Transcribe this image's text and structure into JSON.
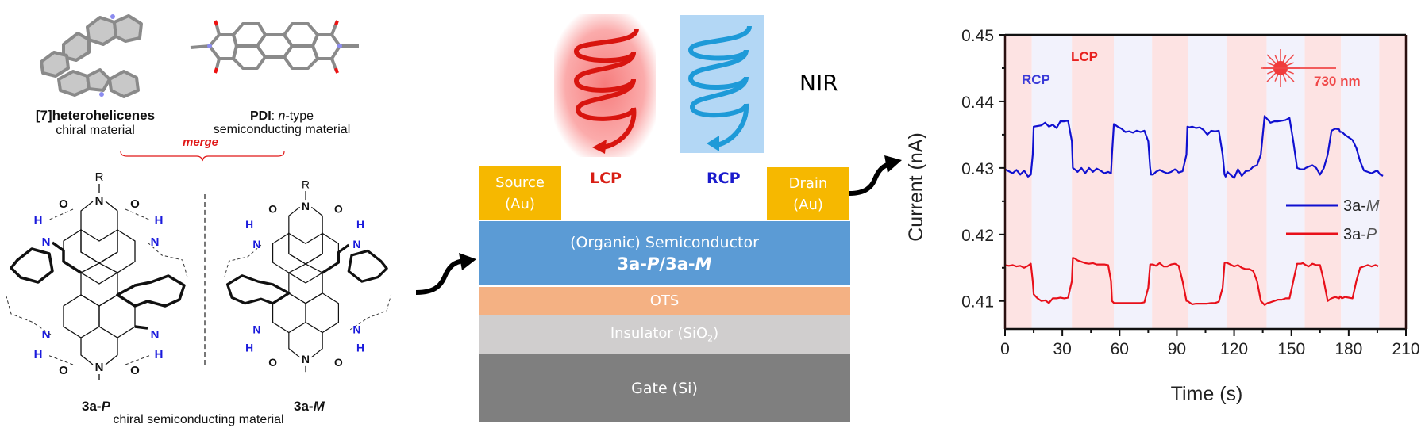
{
  "left_panel": {
    "helicene": {
      "title": "[7]heterohelicenes",
      "subtitle": "chiral material"
    },
    "pdi": {
      "title_bold": "PDI",
      "title_rest_italic": "n",
      "title_rest": "-type",
      "subtitle": "semiconducting material"
    },
    "merge_label": "merge",
    "molecules": [
      {
        "prefix": "3a-",
        "suffix": "P"
      },
      {
        "prefix": "3a-",
        "suffix": "M"
      }
    ],
    "caption": "chiral semiconducting material",
    "atoms": {
      "R": "R",
      "N": "N",
      "O": "O",
      "H": "H"
    }
  },
  "device": {
    "light_label": "NIR",
    "lcp_label": "LCP",
    "rcp_label": "RCP",
    "source": {
      "line1": "Source",
      "line2": "(Au)"
    },
    "drain": {
      "line1": "Drain",
      "line2": "(Au)"
    },
    "semiconductor": {
      "line1": "(Organic) Semiconductor",
      "line2_a": "3a-",
      "line2_b": "P",
      "line2_c": "/3a-",
      "line2_d": "M"
    },
    "ots": "OTS",
    "insulator": {
      "text": "Insulator (SiO",
      "sub": "2",
      "close": ")"
    },
    "gate": "Gate (Si)",
    "colors": {
      "electrode": "#f6b800",
      "semiconductor": "#5b9bd5",
      "ots": "#f4b183",
      "insulator": "#d0cece",
      "gate": "#7f7f7f",
      "lcp": "#e8281e",
      "rcp": "#1a1adc"
    }
  },
  "chart_data": {
    "type": "line",
    "title": "",
    "xlabel": "Time (s)",
    "ylabel": "Current (nA)",
    "xlim": [
      0,
      210
    ],
    "ylim": [
      0.4058,
      0.45
    ],
    "xticks": [
      0,
      30,
      60,
      90,
      120,
      150,
      180,
      210
    ],
    "yticks": [
      0.41,
      0.42,
      0.43,
      0.44,
      0.45
    ],
    "xtick_labels": [
      "0",
      "30",
      "60",
      "90",
      "120",
      "150",
      "180",
      "210"
    ],
    "ytick_labels": [
      "0.41",
      "0.42",
      "0.43",
      "0.44",
      "0.45"
    ],
    "grid": false,
    "legend_position": "center-right",
    "annotations": {
      "rcp": "RCP",
      "lcp": "LCP",
      "laser": "730 nm"
    },
    "bands": [
      {
        "from": 0,
        "to": 14,
        "type": "LCP"
      },
      {
        "from": 14,
        "to": 35,
        "type": "RCP"
      },
      {
        "from": 35,
        "to": 57,
        "type": "LCP"
      },
      {
        "from": 57,
        "to": 77,
        "type": "RCP"
      },
      {
        "from": 77,
        "to": 96,
        "type": "LCP"
      },
      {
        "from": 96,
        "to": 116,
        "type": "RCP"
      },
      {
        "from": 116,
        "to": 137,
        "type": "LCP"
      },
      {
        "from": 137,
        "to": 157,
        "type": "RCP"
      },
      {
        "from": 157,
        "to": 176,
        "type": "LCP"
      },
      {
        "from": 176,
        "to": 196,
        "type": "RCP"
      },
      {
        "from": 196,
        "to": 210,
        "type": "LCP"
      }
    ],
    "band_colors": {
      "LCP": "#fde3e3",
      "RCP": "#f2f2fc"
    },
    "series": [
      {
        "name": "3a-M",
        "name_prefix": "3a-",
        "name_suffix": "M",
        "color": "#1010d0",
        "x": [
          0,
          2,
          4,
          6,
          8,
          10,
          12,
          13.5,
          14.5,
          15,
          17,
          19,
          21,
          23,
          25,
          27,
          29,
          31,
          33,
          35,
          35.5,
          36.5,
          38,
          40,
          42,
          44,
          46,
          48,
          50,
          52,
          54,
          55.5,
          56,
          57,
          57.5,
          59,
          61,
          63,
          65,
          67,
          69,
          71,
          73,
          75,
          76,
          76.5,
          77.5,
          79,
          81,
          83,
          85,
          87,
          89,
          91,
          93,
          95,
          95.5,
          96.5,
          98,
          100,
          102,
          104,
          106,
          108,
          110,
          112,
          114,
          115,
          115.5,
          116.5,
          118,
          120,
          122,
          124,
          126,
          128,
          130,
          132,
          134,
          136,
          136.5,
          137.5,
          139,
          141,
          143,
          145,
          147,
          149,
          151,
          153,
          155,
          156,
          156.5,
          157.5,
          159,
          161,
          163,
          165,
          167,
          169,
          171,
          173,
          175,
          175.5,
          176.5,
          178,
          180,
          182,
          184,
          186,
          188,
          190,
          192,
          194,
          195,
          195.5,
          196.5,
          198,
          200,
          202,
          204,
          206,
          208,
          210
        ],
        "y": [
          0.4298,
          0.4295,
          0.4292,
          0.4297,
          0.429,
          0.4296,
          0.4287,
          0.429,
          0.432,
          0.4362,
          0.4363,
          0.4364,
          0.4368,
          0.4362,
          0.4365,
          0.436,
          0.437,
          0.437,
          0.4371,
          0.434,
          0.43,
          0.4298,
          0.4294,
          0.43,
          0.4292,
          0.43,
          0.4294,
          0.4299,
          0.4296,
          0.4292,
          0.4294,
          0.4292,
          0.432,
          0.4366,
          0.4365,
          0.4362,
          0.4359,
          0.4354,
          0.4355,
          0.4353,
          0.4356,
          0.4354,
          0.4356,
          0.434,
          0.43,
          0.429,
          0.429,
          0.4294,
          0.4297,
          0.4294,
          0.4292,
          0.4294,
          0.4298,
          0.4293,
          0.4295,
          0.432,
          0.4362,
          0.4361,
          0.4362,
          0.436,
          0.4361,
          0.4357,
          0.435,
          0.4356,
          0.4355,
          0.4356,
          0.432,
          0.429,
          0.4287,
          0.4294,
          0.429,
          0.4285,
          0.4298,
          0.4288,
          0.4295,
          0.4296,
          0.4302,
          0.4304,
          0.432,
          0.4378,
          0.4376,
          0.4373,
          0.4368,
          0.437,
          0.437,
          0.4371,
          0.4372,
          0.4375,
          0.434,
          0.43,
          0.4298,
          0.4298,
          0.4298,
          0.43,
          0.4302,
          0.4304,
          0.43,
          0.429,
          0.43,
          0.432,
          0.4356,
          0.4359,
          0.4358,
          0.4354,
          0.4354,
          0.435,
          0.4346,
          0.4342,
          0.433,
          0.431,
          0.4296,
          0.4294,
          0.4292,
          0.4295,
          0.4296,
          0.4294,
          0.429,
          0.4288
        ]
      },
      {
        "name": "3a-P",
        "name_prefix": "3a-",
        "name_suffix": "P",
        "color": "#e8101a",
        "x": [
          0,
          2,
          4,
          6,
          8,
          10,
          12,
          13.5,
          14.5,
          15,
          17,
          19,
          21,
          23,
          25,
          27,
          29,
          31,
          33,
          35,
          35.5,
          36.5,
          38,
          40,
          42,
          44,
          46,
          48,
          50,
          52,
          54,
          55.5,
          56,
          57,
          57.5,
          59,
          61,
          63,
          65,
          67,
          69,
          71,
          73,
          75,
          76,
          76.5,
          77.5,
          79,
          81,
          83,
          85,
          87,
          89,
          91,
          93,
          95,
          95.5,
          96.5,
          98,
          100,
          102,
          104,
          106,
          108,
          110,
          112,
          114,
          115,
          115.5,
          116.5,
          118,
          120,
          122,
          124,
          126,
          128,
          130,
          132,
          134,
          136,
          136.5,
          137.5,
          139,
          141,
          143,
          145,
          147,
          149,
          151,
          153,
          155,
          156,
          156.5,
          157.5,
          159,
          161,
          163,
          165,
          167,
          169,
          171,
          173,
          175,
          175.5,
          176.5,
          178,
          180,
          182,
          184,
          186,
          188,
          190,
          192,
          194,
          195,
          195.5,
          196.5,
          198,
          200,
          202,
          204,
          206,
          208,
          210
        ],
        "y": [
          0.4154,
          0.4153,
          0.4154,
          0.4152,
          0.4153,
          0.415,
          0.4153,
          0.4156,
          0.413,
          0.411,
          0.4104,
          0.41,
          0.4101,
          0.4097,
          0.4104,
          0.4104,
          0.4105,
          0.4104,
          0.4105,
          0.413,
          0.4165,
          0.4164,
          0.4161,
          0.4159,
          0.4157,
          0.4156,
          0.4157,
          0.4155,
          0.4155,
          0.4155,
          0.4154,
          0.413,
          0.41,
          0.4097,
          0.4097,
          0.4097,
          0.4097,
          0.4097,
          0.4097,
          0.4097,
          0.4097,
          0.4097,
          0.4098,
          0.412,
          0.4155,
          0.4155,
          0.4155,
          0.4153,
          0.4157,
          0.4152,
          0.4152,
          0.4155,
          0.4156,
          0.4153,
          0.413,
          0.41,
          0.41,
          0.4098,
          0.4095,
          0.4096,
          0.4096,
          0.4096,
          0.4096,
          0.4097,
          0.4097,
          0.4099,
          0.412,
          0.4157,
          0.4158,
          0.4157,
          0.4155,
          0.4152,
          0.4154,
          0.415,
          0.4148,
          0.4148,
          0.4145,
          0.413,
          0.41,
          0.4094,
          0.4095,
          0.4097,
          0.4098,
          0.41,
          0.4102,
          0.4102,
          0.4104,
          0.4104,
          0.413,
          0.4156,
          0.4156,
          0.4157,
          0.4156,
          0.4154,
          0.4152,
          0.4156,
          0.4154,
          0.4154,
          0.413,
          0.41,
          0.4104,
          0.4106,
          0.4104,
          0.4107,
          0.4104,
          0.4106,
          0.4105,
          0.4104,
          0.413,
          0.415,
          0.4152,
          0.4154,
          0.4152,
          0.4154,
          0.4153,
          0.4152
        ]
      }
    ]
  }
}
